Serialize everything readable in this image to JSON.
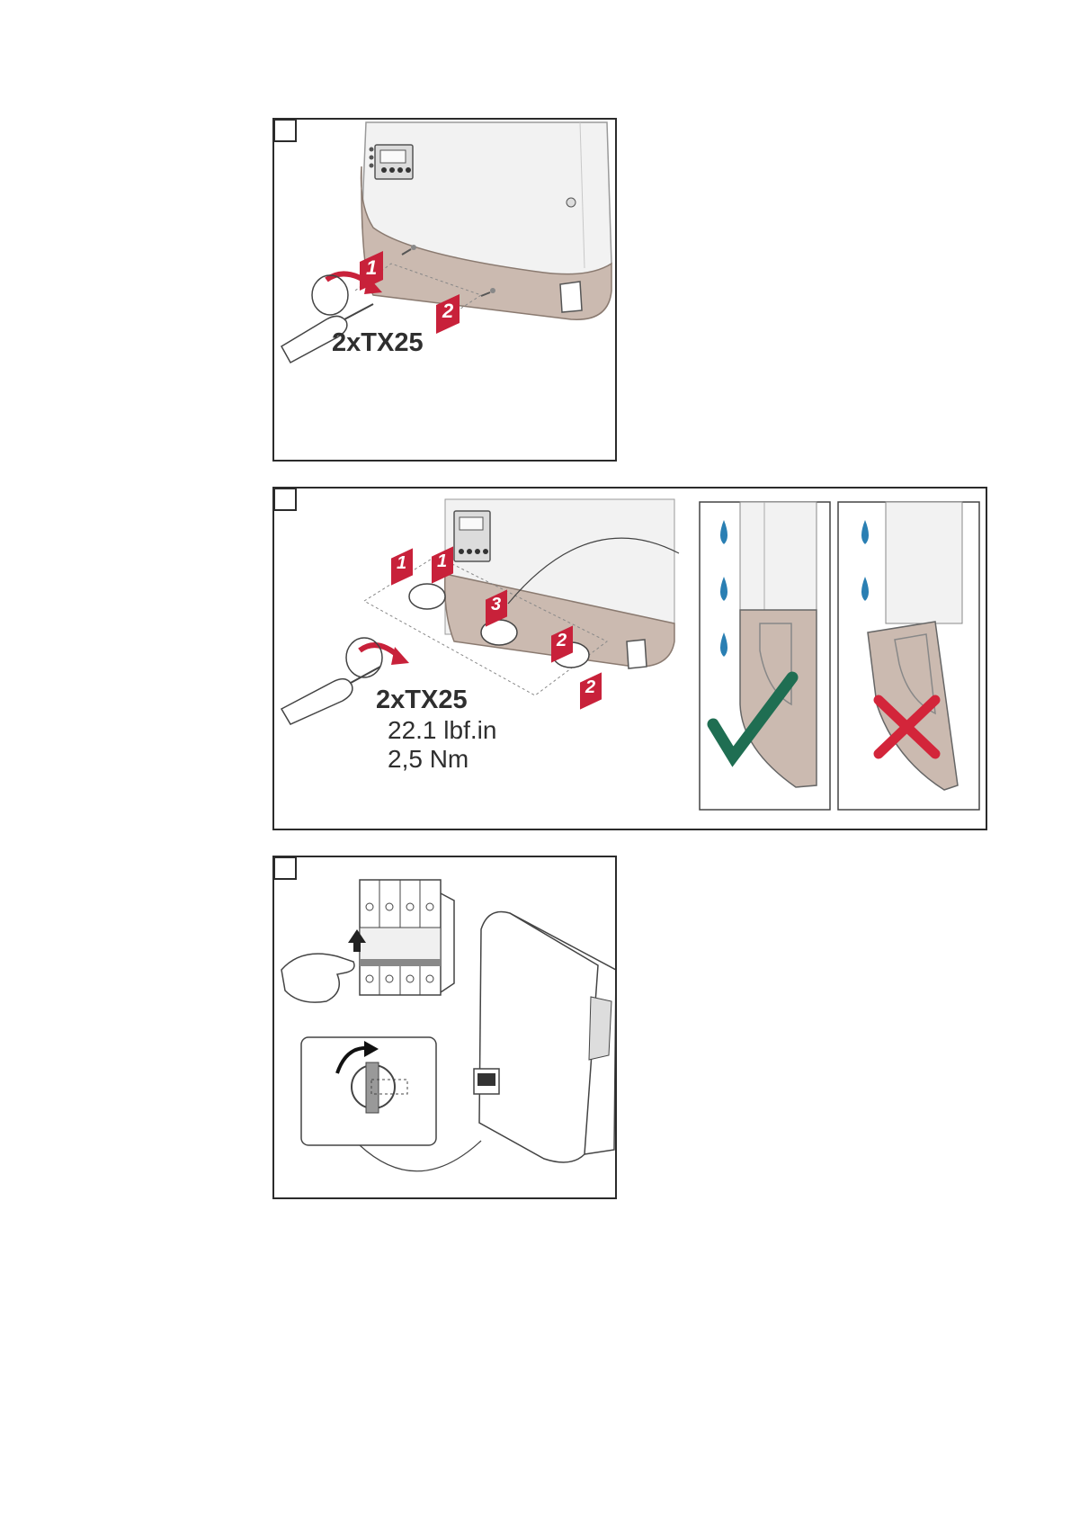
{
  "step1": {
    "tool_label": "2xTX25",
    "arrow_labels": [
      "1",
      "2"
    ]
  },
  "step2": {
    "tool_label": "2xTX25",
    "torque_imperial": "22.1 lbf.in",
    "torque_metric": "2,5 Nm",
    "arrow_labels": [
      "1",
      "1",
      "3",
      "2",
      "2"
    ],
    "colors": {
      "correct": "#1f6e52",
      "wrong": "#d3253a",
      "water": "#2a7fb3",
      "arrow": "#c8213a"
    }
  },
  "step3": {}
}
